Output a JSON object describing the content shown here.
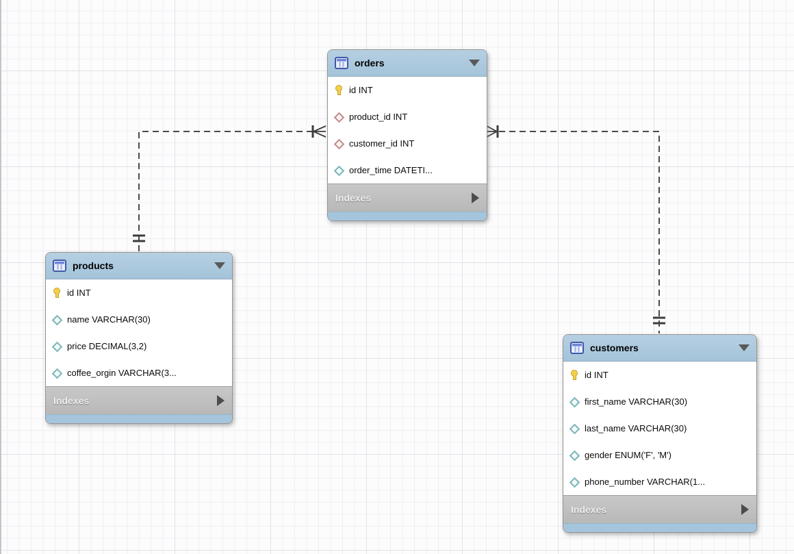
{
  "diagram": {
    "tables": [
      {
        "name": "orders",
        "title": "orders",
        "footer_label": "Indexes",
        "columns": [
          {
            "icon": "primary-key",
            "text": "id INT"
          },
          {
            "icon": "foreign-key",
            "text": "product_id INT"
          },
          {
            "icon": "foreign-key",
            "text": "customer_id INT"
          },
          {
            "icon": "column",
            "text": "order_time DATETI..."
          }
        ]
      },
      {
        "name": "products",
        "title": "products",
        "footer_label": "Indexes",
        "columns": [
          {
            "icon": "primary-key",
            "text": "id INT"
          },
          {
            "icon": "column",
            "text": "name VARCHAR(30)"
          },
          {
            "icon": "column",
            "text": "price DECIMAL(3,2)"
          },
          {
            "icon": "column",
            "text": "coffee_orgin VARCHAR(3..."
          }
        ]
      },
      {
        "name": "customers",
        "title": "customers",
        "footer_label": "Indexes",
        "columns": [
          {
            "icon": "primary-key",
            "text": "id INT"
          },
          {
            "icon": "column",
            "text": "first_name VARCHAR(30)"
          },
          {
            "icon": "column",
            "text": "last_name VARCHAR(30)"
          },
          {
            "icon": "column",
            "text": "gender ENUM('F', 'M')"
          },
          {
            "icon": "column",
            "text": "phone_number VARCHAR(1..."
          }
        ]
      }
    ],
    "relationships": [
      {
        "from_table": "orders",
        "to_table": "products",
        "line_style": "dashed",
        "from_marker": "crow-foot-many",
        "to_marker": "one"
      },
      {
        "from_table": "orders",
        "to_table": "customers",
        "line_style": "dashed",
        "from_marker": "crow-foot-many",
        "to_marker": "one"
      }
    ],
    "colors": {
      "header_blue": "#a9c7dd",
      "footer_gray": "#bfbfbf",
      "bottom_strip_blue": "#a5c5dd",
      "relationship_line": "#4a4a4a",
      "primary_key_icon": "#f3cf4c",
      "foreign_key_icon": "#c18a8a",
      "column_icon": "#79b5b7",
      "grid_line": "#efeff3"
    }
  }
}
